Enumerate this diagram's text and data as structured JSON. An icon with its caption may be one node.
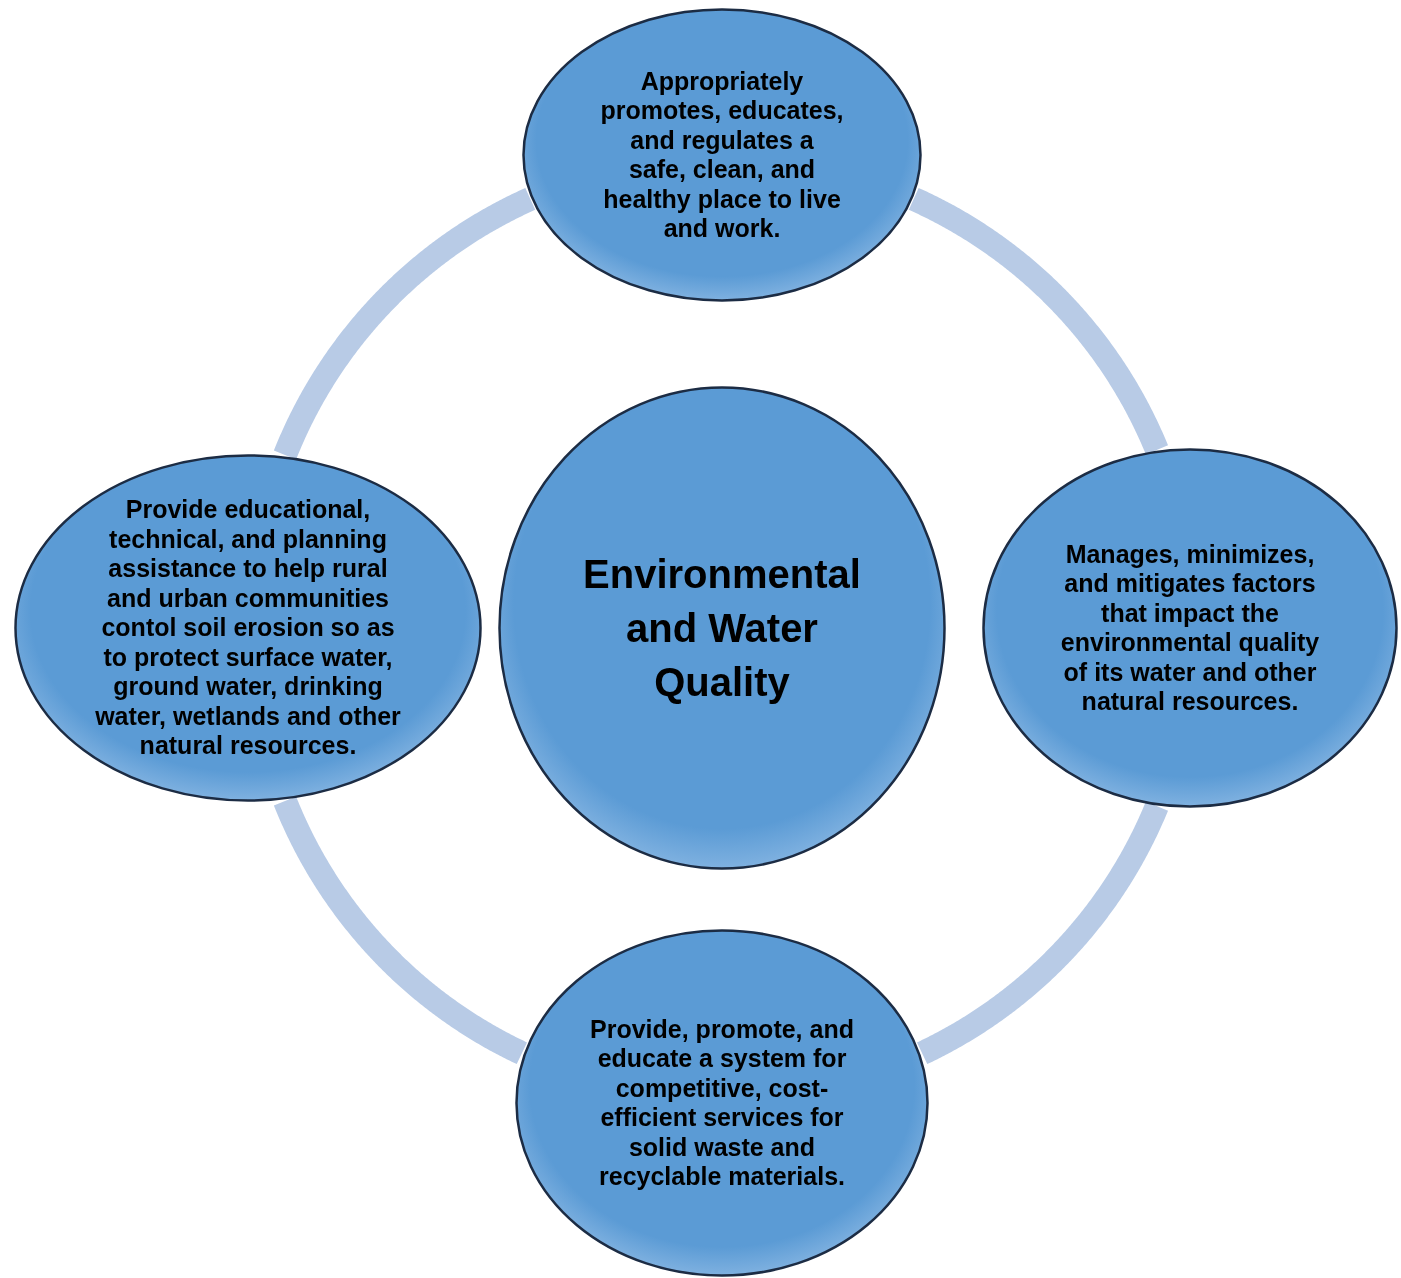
{
  "diagram": {
    "nodes": [
      {
        "text": [
          "Environmental and Water Quality"
        ]
      },
      {
        "text": [
          "Appropriately promotes, educates, and regulates a safe, clean, and healthy place to live and work."
        ]
      },
      {
        "text": [
          "Manages, minimizes, and mitigates factors that impact the environmental quality of its water and other natural resources."
        ]
      },
      {
        "text": [
          "Provide, promote, and educate a system for competitive, cost-efficient services for solid waste and recyclable materials."
        ]
      },
      {
        "text": [
          "Provide educational, technical, and planning assistance to help rural and urban communities contol soil erosion so as to protect surface water, ground water, drinking water, wetlands and other natural resources."
        ]
      }
    ],
    "edges": [
      {
        "from": 1,
        "to": 2,
        "arrow": "none"
      },
      {
        "from": 2,
        "to": 3,
        "arrow": "none"
      },
      {
        "from": 3,
        "to": 4,
        "arrow": "none"
      },
      {
        "from": 4,
        "to": 1,
        "arrow": "none"
      }
    ]
  }
}
